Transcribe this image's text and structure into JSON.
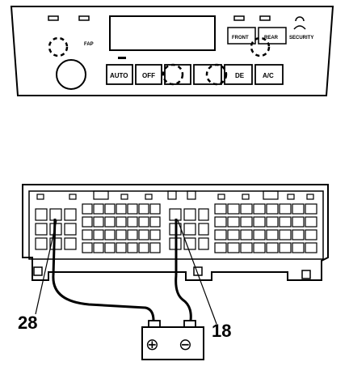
{
  "control_panel": {
    "label_fap": "FAP",
    "label_front": "FRONT",
    "label_rear": "REAR",
    "label_security": "SECURITY",
    "buttons": [
      {
        "id": "auto",
        "label": "AUTO"
      },
      {
        "id": "off",
        "label": "OFF"
      },
      {
        "id": "de",
        "label": "DE"
      },
      {
        "id": "ac",
        "label": "A/C"
      }
    ]
  },
  "connector": {
    "pin_left": "28",
    "pin_right": "18"
  },
  "battery": {
    "positive_symbol": "⊕",
    "negative_symbol": "⊖"
  }
}
